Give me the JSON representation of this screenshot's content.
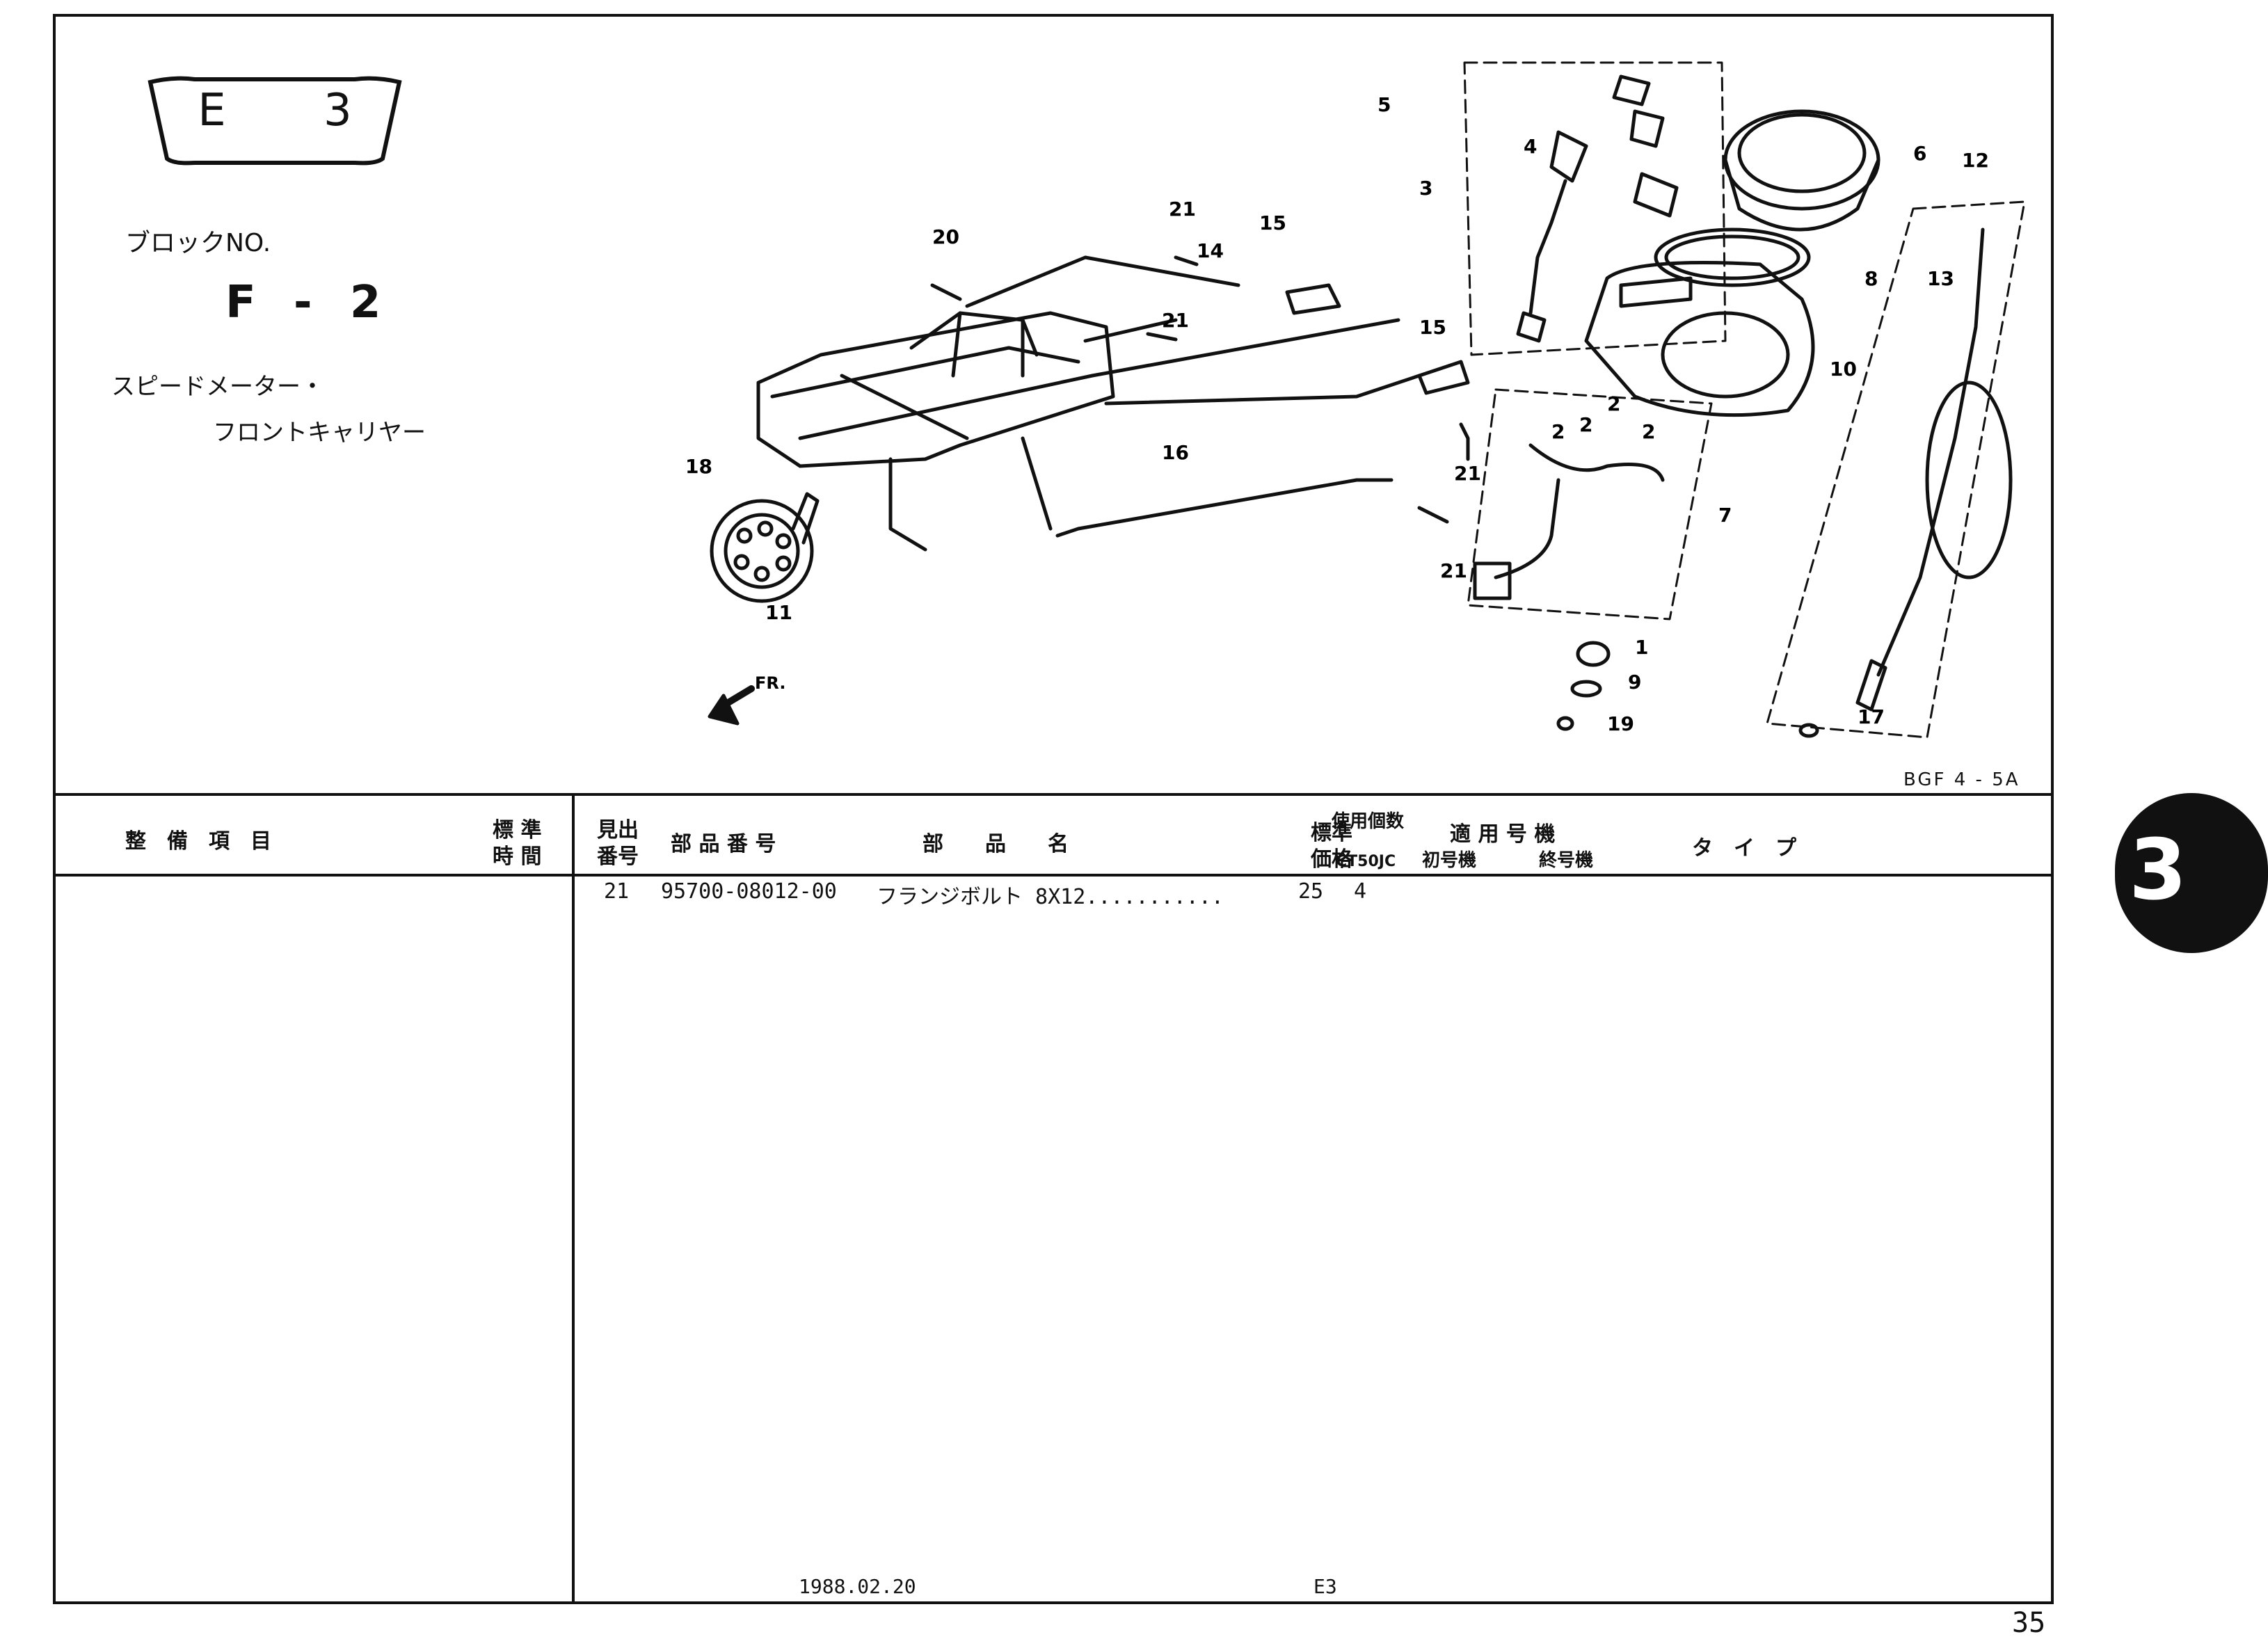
{
  "header": {
    "badge": "E 3",
    "block_label": "ブロックNO.",
    "block_number": "F - 2",
    "title_line1": "スピードメーター・",
    "title_line2": "フロントキャリヤー"
  },
  "diagram": {
    "ref_code": "BGF 4 - 5A",
    "direction_label": "FR.",
    "callouts": [
      "1",
      "2",
      "2",
      "2",
      "2",
      "3",
      "4",
      "5",
      "6",
      "7",
      "8",
      "9",
      "10",
      "11",
      "12",
      "13",
      "14",
      "15",
      "15",
      "16",
      "17",
      "18",
      "19",
      "20",
      "21",
      "21",
      "21",
      "21"
    ]
  },
  "table": {
    "headers": {
      "service_item": "整　備　項　目",
      "std_time_1": "標 準",
      "std_time_2": "時 間",
      "ref_no_1": "見出",
      "ref_no_2": "番号",
      "part_number": "部 品 番 号",
      "part_name": "部　　品　　名",
      "price_1": "標準",
      "price_2": "価格",
      "qty": "使用個数",
      "model": "CT50JC",
      "applicable": "適 用 号 機",
      "first_serial": "初号機",
      "last_serial": "終号機",
      "type": "タ　イ　プ"
    },
    "rows": [
      {
        "ref": "21",
        "part_number": "95700-08012-00",
        "name": "フランジボルト 8X12...........",
        "price": "25",
        "qty": "4"
      }
    ]
  },
  "footer": {
    "date": "1988.02.20",
    "model": "E3",
    "page": "35"
  },
  "side_tab": "3"
}
